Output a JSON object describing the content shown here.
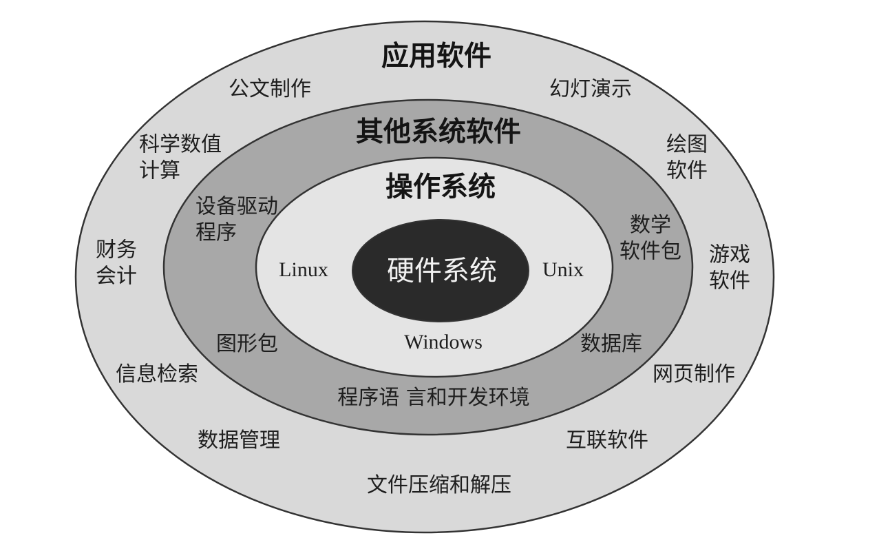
{
  "colors": {
    "outer_ring": "#d9d9d9",
    "middle_ring": "#a8a8a8",
    "inner_ring": "#e4e4e4",
    "core": "#2a2a2a",
    "stroke": "#333333"
  },
  "layers": {
    "application": {
      "title": "应用软件",
      "items": {
        "office_docs": "公文制作",
        "slides": "幻灯演示",
        "sci_line1": "科学数值",
        "sci_line2": "计算",
        "drawing_line1": "绘图",
        "drawing_line2": "软件",
        "finance_line1": "财务",
        "finance_line2": "会计",
        "games_line1": "游戏",
        "games_line2": "软件",
        "info_retrieval": "信息检索",
        "web_making": "网页制作",
        "data_mgmt": "数据管理",
        "internet_sw": "互联软件",
        "compression": "文件压缩和解压"
      }
    },
    "other_system": {
      "title": "其他系统软件",
      "items": {
        "drivers_line1": "设备驱动",
        "drivers_line2": "程序",
        "math_line1": "数学",
        "math_line2": "软件包",
        "graphics": "图形包",
        "database": "数据库",
        "lang_env": "程序语 言和开发环境"
      }
    },
    "os": {
      "title": "操作系统",
      "items": {
        "linux": "Linux",
        "unix": "Unix",
        "windows": "Windows"
      }
    },
    "hardware": {
      "title": "硬件系统"
    }
  }
}
